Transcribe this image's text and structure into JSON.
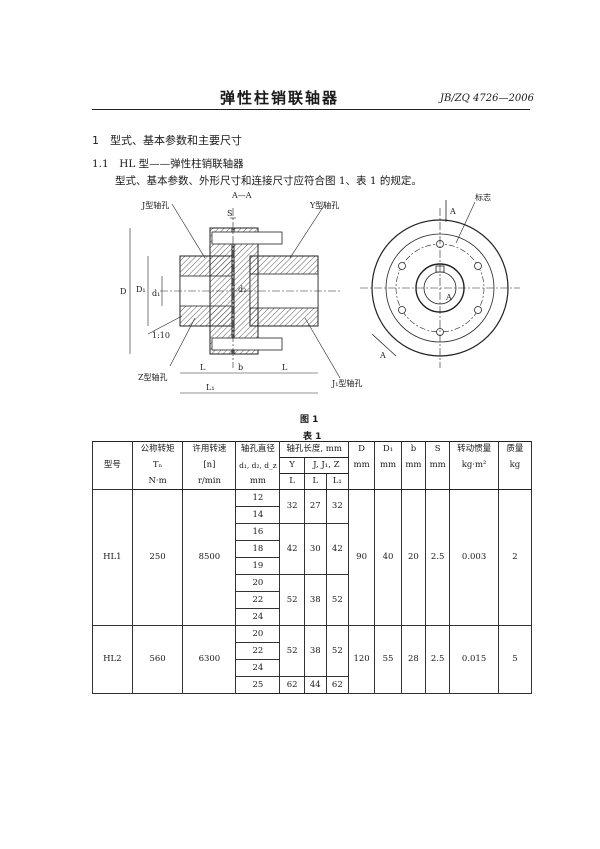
{
  "header": {
    "title": "弹性柱销联轴器",
    "standard": "JB/ZQ 4726—2006"
  },
  "section1": "1　型式、基本参数和主要尺寸",
  "section1_1": "1.1　HL 型——弹性柱销联轴器",
  "intro": "型式、基本参数、外形尺寸和连接尺寸应符合图 1、表 1 的规定。",
  "figure": {
    "label_j": "J型轴孔",
    "label_y": "Y型轴孔",
    "label_z": "Z型轴孔",
    "label_j1": "J₁型轴孔",
    "label_mark": "标志",
    "section_aa": "A—A",
    "s": "S",
    "d_big": "D",
    "d1": "D₁",
    "d_small": "d₁",
    "d_z": "d₂",
    "l": "L",
    "l1": "L₁",
    "b": "b",
    "taper": "1:10",
    "a": "A",
    "caption": "图 1"
  },
  "table": {
    "caption": "表 1",
    "headers": {
      "model": "型号",
      "torque": "公称转矩",
      "torque_sym": "Tₙ",
      "torque_unit": "N·m",
      "speed": "许用转速",
      "speed_sym": "[n]",
      "speed_unit": "r/min",
      "bore": "轴孔直径",
      "bore_sym": "d₁, d₂, d_z",
      "bore_unit": "mm",
      "length": "轴孔长度, mm",
      "type_y": "Y",
      "type_j": "J, J₁, Z",
      "len_l_y": "L",
      "len_l": "L",
      "len_l1": "L₁",
      "D": "D",
      "D_unit": "mm",
      "D1": "D₁",
      "D1_unit": "mm",
      "b": "b",
      "b_unit": "mm",
      "S": "S",
      "S_unit": "mm",
      "inertia": "转动惯量",
      "inertia_unit": "kg·m²",
      "mass": "质量",
      "mass_unit": "kg"
    },
    "rows": {
      "hl1": {
        "model": "HL1",
        "torque": "250",
        "speed": "8500",
        "bores": [
          "12",
          "14",
          "16",
          "18",
          "19",
          "20",
          "22",
          "24"
        ],
        "len_groups": [
          {
            "ly": "32",
            "l": "27",
            "l1": "32"
          },
          {
            "ly": "42",
            "l": "30",
            "l1": "42"
          },
          {
            "ly": "52",
            "l": "38",
            "l1": "52"
          }
        ],
        "D": "90",
        "D1": "40",
        "b": "20",
        "S": "2.5",
        "inertia": "0.003",
        "mass": "2"
      },
      "hl2": {
        "model": "HL2",
        "torque": "560",
        "speed": "6300",
        "bores": [
          "20",
          "22",
          "24",
          "25"
        ],
        "len_groups": [
          {
            "ly": "52",
            "l": "38",
            "l1": "52"
          },
          {
            "ly": "62",
            "l": "44",
            "l1": "62"
          }
        ],
        "D": "120",
        "D1": "55",
        "b": "28",
        "S": "2.5",
        "inertia": "0.015",
        "mass": "5"
      }
    }
  }
}
